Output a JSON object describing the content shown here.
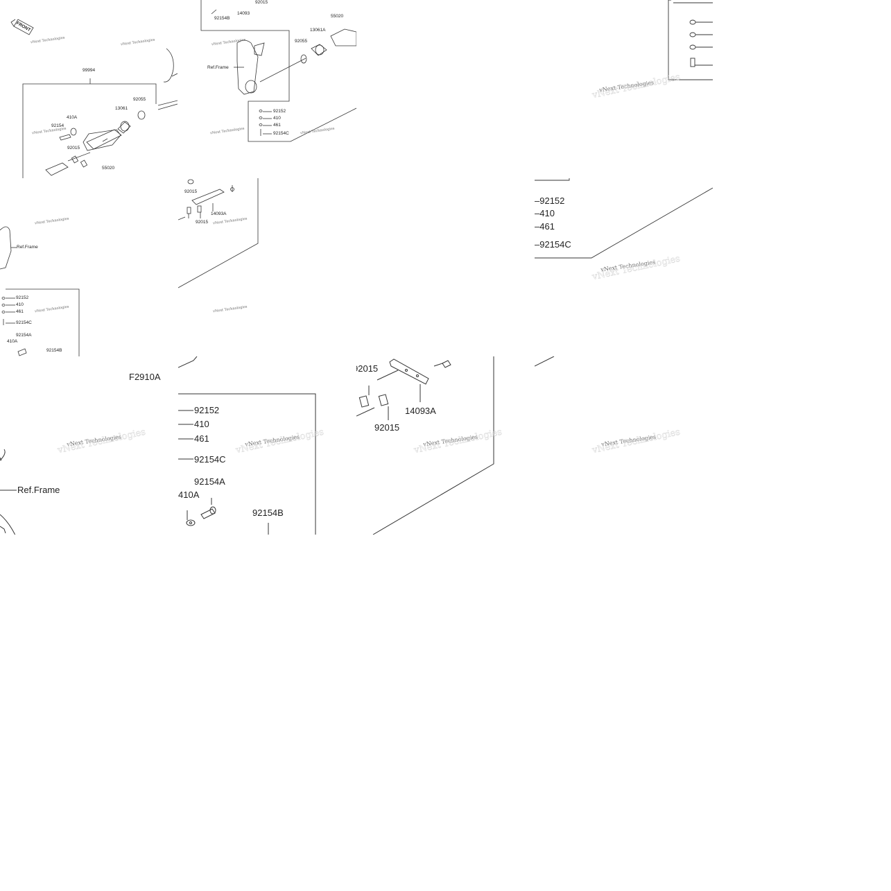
{
  "watermark": "vNext Technologies",
  "front_badge": "FRONT",
  "figure_code": "F2910A",
  "parts": {
    "p99994": "99994",
    "p92154": "92154",
    "p410A": "410A",
    "p13061": "13061",
    "p92055": "92055",
    "p92015": "92015",
    "p55020": "55020",
    "p92154B": "92154B",
    "p14093": "14093",
    "p13061A": "13061A",
    "p92152": "92152",
    "p410": "410",
    "p461": "461",
    "p92154C": "92154C",
    "p14093A": "14093A",
    "p92154A": "92154A",
    "ref_frame": "Ref.Frame"
  }
}
